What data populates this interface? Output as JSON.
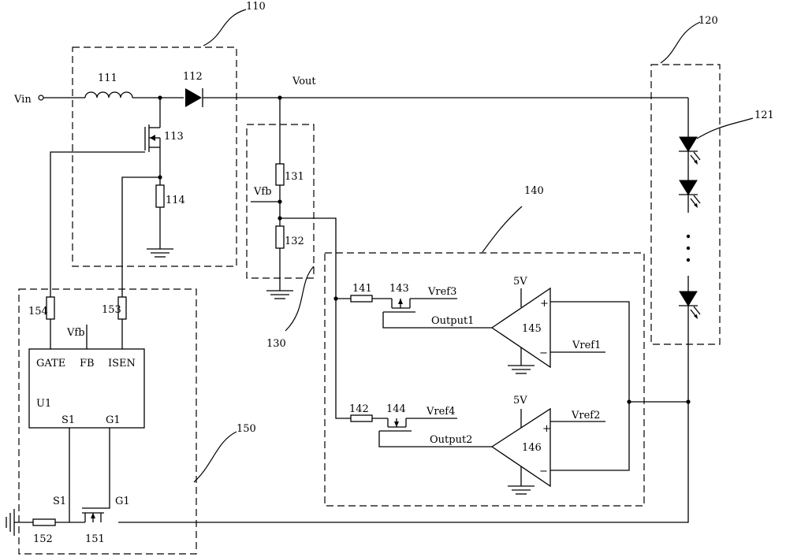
{
  "labels": {
    "vin": "Vin",
    "vout": "Vout",
    "vfb_node": "Vfb",
    "vfb_pin": "Vfb",
    "inductor": "111",
    "diode": "112",
    "mosfet_main": "113",
    "sense_resistor": "114",
    "boost_block": "110",
    "led_block": "120",
    "led": "121",
    "feedback_block": "130",
    "resistor_131": "131",
    "resistor_132": "132",
    "compare_block": "140",
    "resistor_141": "141",
    "resistor_142": "142",
    "switch_143": "143",
    "switch_144": "144",
    "comp_145": "145",
    "comp_146": "146",
    "vref3": "Vref3",
    "vref4": "Vref4",
    "vref1": "Vref1",
    "vref2": "Vref2",
    "output1": "Output1",
    "output2": "Output2",
    "supply1": "5V",
    "supply2": "5V",
    "control_block": "150",
    "resistor_154": "154",
    "resistor_153": "153",
    "ic_name": "U1",
    "pin_gate": "GATE",
    "pin_fb": "FB",
    "pin_isen": "ISEN",
    "pin_s1": "S1",
    "pin_g1": "G1",
    "net_s1": "S1",
    "net_g1": "G1",
    "resistor_152": "152",
    "mosfet_151": "151",
    "plus_sign_145": "+",
    "minus_sign_145": "−",
    "plus_sign_146": "+",
    "minus_sign_146": "−"
  }
}
